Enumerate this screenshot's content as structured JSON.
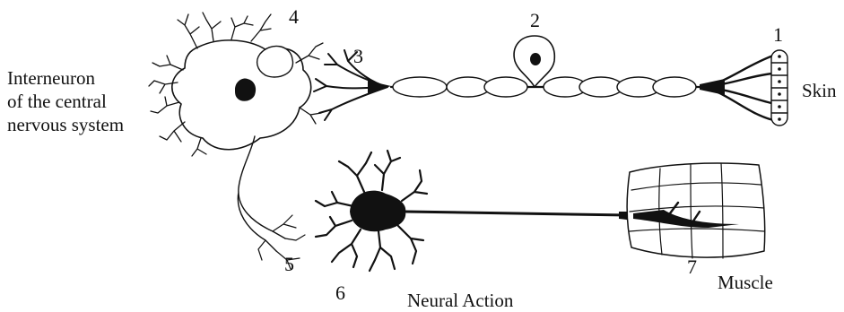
{
  "labels": {
    "interneuron_line1": "Interneuron",
    "interneuron_line2": "of the central",
    "interneuron_line3": "nervous system",
    "skin": "Skin",
    "muscle": "Muscle",
    "caption": "Neural  Action"
  },
  "numbers": {
    "n1": "1",
    "n2": "2",
    "n3": "3",
    "n4": "4",
    "n5": "5",
    "n6": "6",
    "n7": "7"
  },
  "colors": {
    "ink": "#111111",
    "background": "#ffffff"
  }
}
